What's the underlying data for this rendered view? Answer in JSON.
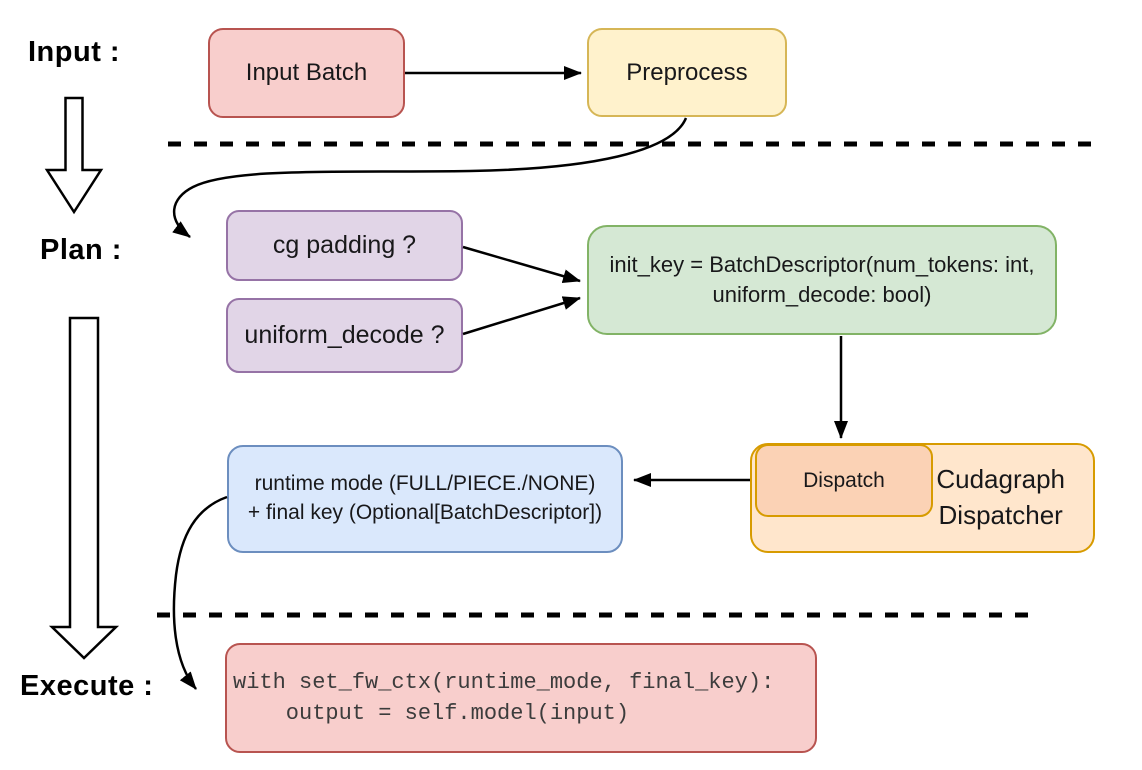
{
  "diagram": {
    "title_hint": "Cudagraph dispatch flow",
    "stage_labels": {
      "input": "Input :",
      "plan": "Plan :",
      "execute": "Execute :"
    },
    "nodes": {
      "input_batch": {
        "label": "Input Batch"
      },
      "preprocess": {
        "label": "Preprocess"
      },
      "cg_padding": {
        "label": "cg padding ?"
      },
      "uniform_decode": {
        "label": "uniform_decode ?"
      },
      "init_key": {
        "line1": "init_key = BatchDescriptor(num_tokens: int,",
        "line2": "uniform_decode: bool)"
      },
      "dispatch": {
        "label": "Dispatch"
      },
      "cudagraph_dispatcher": {
        "line1": "Cudagraph",
        "line2": "Dispatcher"
      },
      "runtime_result": {
        "line1": "runtime mode (FULL/PIECE./NONE)",
        "line2": "+ final key (Optional[BatchDescriptor])"
      },
      "execute_code": {
        "line1": "with set_fw_ctx(runtime_mode, final_key):",
        "line2": "    output = self.model(input)"
      }
    },
    "connectors": [
      "input_batch -> preprocess",
      "preprocess -> cg_padding",
      "cg_padding -> init_key",
      "uniform_decode -> init_key",
      "init_key -> dispatch",
      "dispatch -> runtime_result",
      "runtime_result -> execute_code"
    ],
    "palette": {
      "red_fill": "#f8cecc",
      "red_stroke": "#b85450",
      "yellow_fill": "#fff2cc",
      "yellow_stroke": "#d6b656",
      "purple_fill": "#e1d5e7",
      "purple_stroke": "#9673a6",
      "green_fill": "#d5e8d4",
      "green_stroke": "#82b366",
      "orange_outer_fill": "#ffe6cc",
      "orange_inner_fill": "#fbd2b5",
      "orange_stroke": "#d79b00",
      "blue_fill": "#dae8fc",
      "blue_stroke": "#6c8ebf",
      "line_color": "#000000"
    }
  }
}
